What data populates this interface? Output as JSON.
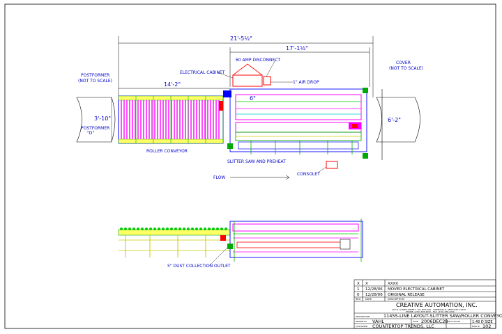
{
  "drawing": {
    "dimensions": {
      "overall": "21'-5½\"",
      "saw_section": "17'-1½\"",
      "roller_section": "14'-2\"",
      "left_height": "3'-10\"",
      "right_height": "6'-2\"",
      "small": "6\""
    },
    "labels": {
      "postformer_top": "POSTFORMER",
      "postformer_note": "(NOT TO SCALE)",
      "postformer_bottom": "POSTFORMER",
      "postformer_sub": "\"D\"",
      "cover": "COVER",
      "cover_note": "(NOT TO SCALE)",
      "disconnect": "60 AMP DISCONNECT",
      "electrical_cabinet": "ELECTRICAL CABINET",
      "air_drop": "1\" AIR DROP",
      "roller_conveyor": "ROLLER CONVEYOR",
      "slitter_saw": "SLITTER SAW AND PREHEAT",
      "console": "CONSOLET",
      "flow": "FLOW",
      "dust_outlet": "5\" DUST COLLECTION OUTLET"
    },
    "colors": {
      "outline": "#000000",
      "blue": "#0000ff",
      "magenta": "#ff00ff",
      "green": "#00cc00",
      "yellow": "#cccc00",
      "cyan": "#00cccc",
      "red": "#ff0000"
    }
  },
  "title_block": {
    "revisions": [
      {
        "rev": "X",
        "date": "X",
        "description": "XXXX"
      },
      {
        "rev": "1",
        "date": "12/28/06",
        "description": "MOVED ELECTRICAL CABINET"
      },
      {
        "rev": "0",
        "date": "12/28/06",
        "description": "ORIGINAL RELEASE"
      }
    ],
    "rev_headers": {
      "rev": "REV.",
      "date": "DATE",
      "description": "DESCRIPTION"
    },
    "company": "CREATIVE AUTOMATION, INC.",
    "company_address": "220 N. LOWER STREET · P.O. BOX 460 · GREENVILLE, KENTUCKY 42345",
    "company_phone": "PHONE: (270) 338-4000 · FAX: (270) 338-4200",
    "fields": {
      "description_label": "DESCRIPTION",
      "description": "1145S-LINE LAYOUT-SLITTER SAW/ROLLER CONVEYOR",
      "drawn_label": "DRAWN BY",
      "drawn": "VAHL",
      "date_label": "DATE",
      "date": "2006DEC28",
      "scale_label": "PLOT SCALE",
      "scale": "1:48 D SIZE",
      "customer_label": "CUSTOMER",
      "customer": "COUNTERTOP TRENDS, LLC",
      "dwg_label": "DWG #",
      "dwg": "102"
    }
  }
}
